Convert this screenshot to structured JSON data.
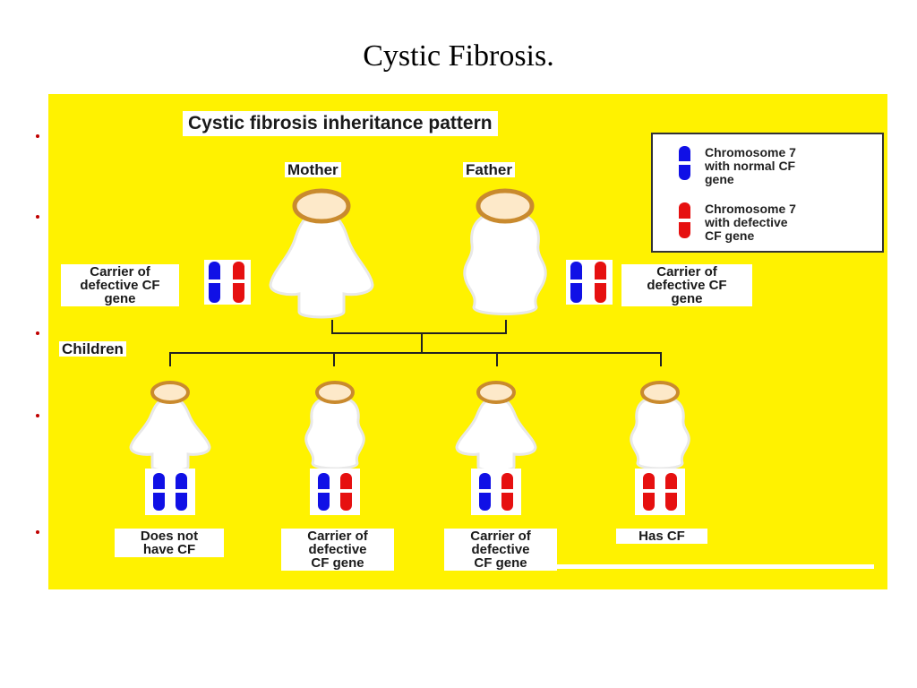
{
  "slide": {
    "title": "Cystic Fibrosis."
  },
  "diagram": {
    "heading": "Cystic fibrosis inheritance pattern",
    "parents": {
      "mother_label": "Mother",
      "father_label": "Father",
      "mother_status": [
        "Carrier of",
        "defective CF",
        "gene"
      ],
      "father_status": [
        "Carrier of",
        "defective CF",
        "gene"
      ],
      "mother_chromosomes": [
        "blue",
        "red"
      ],
      "father_chromosomes": [
        "blue",
        "red"
      ]
    },
    "children_label": "Children",
    "children": [
      {
        "figure": "female",
        "chromosomes": [
          "blue",
          "blue"
        ],
        "status": [
          "Does not",
          "have CF"
        ]
      },
      {
        "figure": "male",
        "chromosomes": [
          "blue",
          "red"
        ],
        "status": [
          "Carrier of",
          "defective",
          "CF gene"
        ]
      },
      {
        "figure": "female",
        "chromosomes": [
          "blue",
          "red"
        ],
        "status": [
          "Carrier of",
          "defective",
          "CF gene"
        ]
      },
      {
        "figure": "male",
        "chromosomes": [
          "red",
          "red"
        ],
        "status": [
          "Has CF"
        ]
      }
    ],
    "legend": [
      {
        "color": "blue",
        "text": [
          "Chromosome 7",
          "with normal CF",
          "gene"
        ]
      },
      {
        "color": "red",
        "text": [
          "Chromosome 7",
          "with defective",
          "CF gene"
        ]
      }
    ],
    "colors": {
      "background": "#fff200",
      "normal_gene": "#1010e6",
      "defective_gene": "#e61010",
      "head": "#c98a2e",
      "head_fill": "#fde9c9",
      "body": "#ffffff"
    }
  }
}
